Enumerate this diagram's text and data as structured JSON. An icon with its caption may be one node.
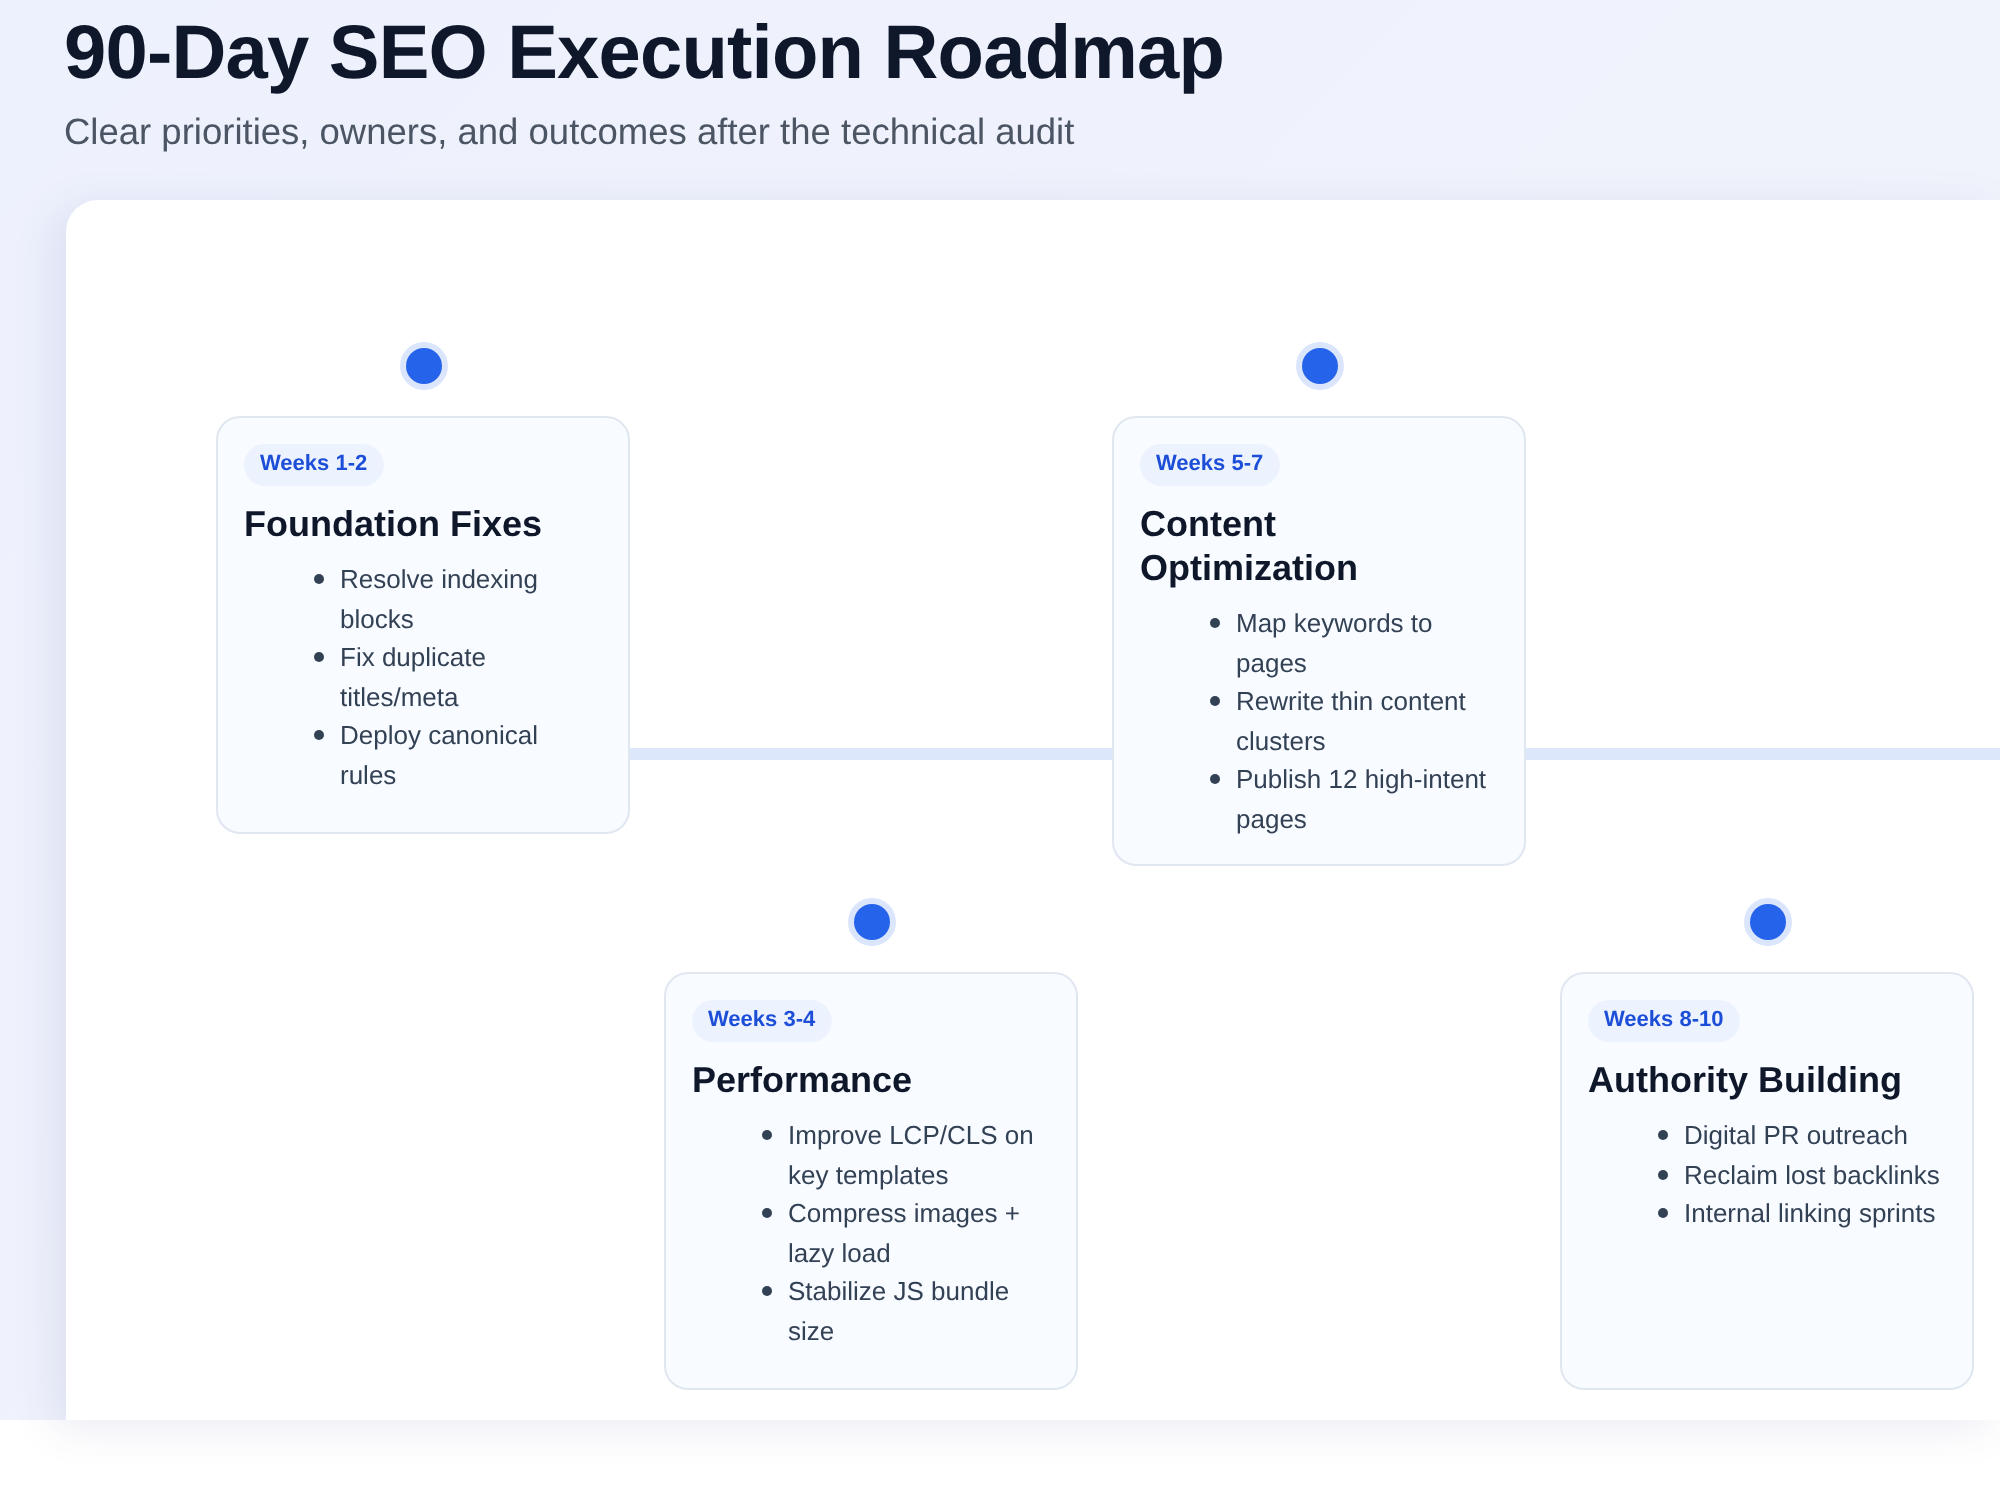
{
  "diagram": {
    "title": "90-Day SEO Execution Roadmap",
    "caption": "Clear priorities, owners, and outcomes after the technical audit",
    "nodes": [
      {
        "text": [
          "Weeks 1-2",
          "Foundation Fixes",
          "Resolve indexing blocks",
          "Fix duplicate titles/meta",
          "Deploy canonical rules"
        ]
      },
      {
        "text": [
          "Weeks 3-4",
          "Performance",
          "Improve LCP/CLS on key templates",
          "Compress images + lazy load",
          "Stabilize JS bundle size"
        ]
      },
      {
        "text": [
          "Weeks 5-7",
          "Content Optimization",
          "Map keywords to pages",
          "Rewrite thin content clusters",
          "Publish 12 high-intent pages"
        ]
      },
      {
        "text": [
          "Weeks 8-10",
          "Authority Building",
          "Digital PR outreach",
          "Reclaim lost backlinks",
          "Internal linking sprints"
        ]
      }
    ]
  }
}
